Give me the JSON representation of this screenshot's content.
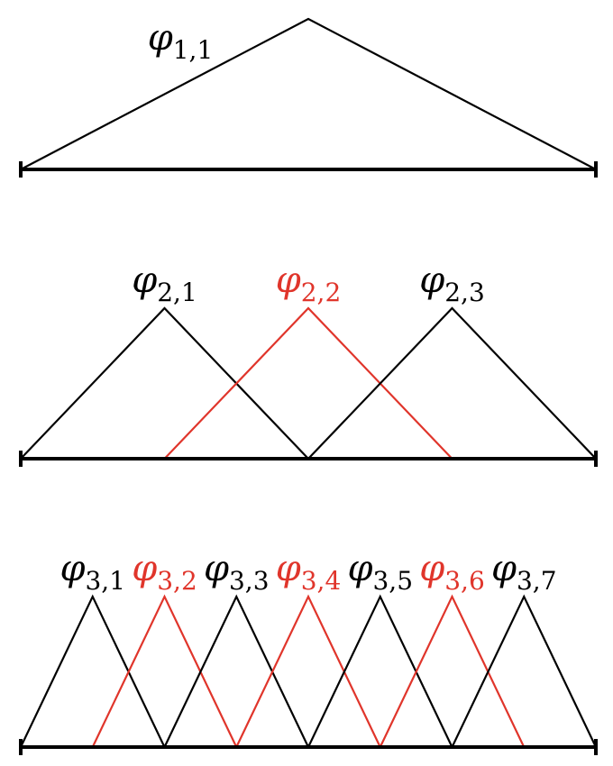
{
  "colors": {
    "primary": "#000000",
    "highlight": "#e0352b"
  },
  "levels": [
    {
      "level": 1,
      "functions": [
        {
          "symbol": "φ",
          "index": "1,1",
          "highlight": false
        }
      ]
    },
    {
      "level": 2,
      "functions": [
        {
          "symbol": "φ",
          "index": "2,1",
          "highlight": false
        },
        {
          "symbol": "φ",
          "index": "2,2",
          "highlight": true
        },
        {
          "symbol": "φ",
          "index": "2,3",
          "highlight": false
        }
      ]
    },
    {
      "level": 3,
      "functions": [
        {
          "symbol": "φ",
          "index": "3,1",
          "highlight": false
        },
        {
          "symbol": "φ",
          "index": "3,2",
          "highlight": true
        },
        {
          "symbol": "φ",
          "index": "3,3",
          "highlight": false
        },
        {
          "symbol": "φ",
          "index": "3,4",
          "highlight": true
        },
        {
          "symbol": "φ",
          "index": "3,5",
          "highlight": false
        },
        {
          "symbol": "φ",
          "index": "3,6",
          "highlight": true
        },
        {
          "symbol": "φ",
          "index": "3,7",
          "highlight": false
        }
      ]
    }
  ]
}
